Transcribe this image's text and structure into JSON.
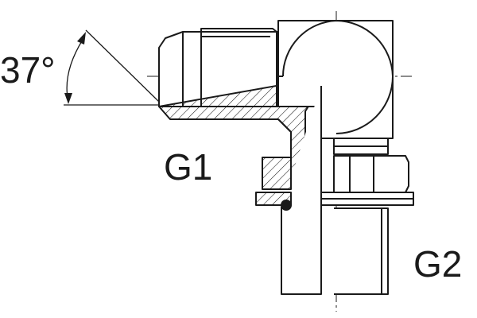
{
  "diagram": {
    "angle_label": "37°",
    "port1_label": "G1",
    "port2_label": "G2"
  },
  "colors": {
    "stroke": "#1a1a1a",
    "background": "#ffffff"
  }
}
